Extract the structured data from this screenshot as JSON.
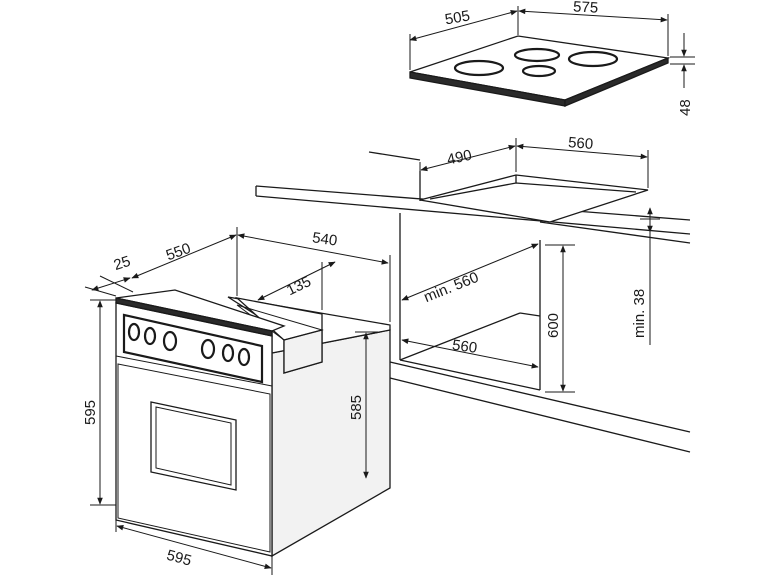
{
  "dimensions": {
    "hob_depth": "505",
    "hob_width": "575",
    "hob_height": "48",
    "cutout_depth": "490",
    "cutout_width": "560",
    "oven_offset": "25",
    "oven_depth": "550",
    "oven_body_depth": "540",
    "oven_panel_depth": "135",
    "niche_min_width": "min. 560",
    "niche_width": "560",
    "niche_height": "600",
    "worktop_min": "min. 38",
    "oven_height": "595",
    "oven_body_height": "585",
    "oven_width": "595"
  }
}
